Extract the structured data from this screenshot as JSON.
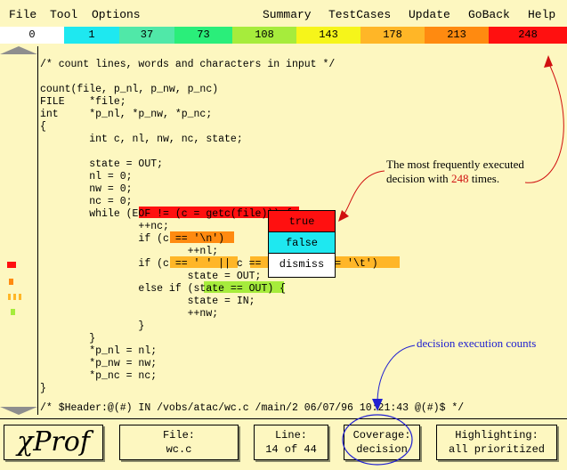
{
  "menu": {
    "file": "File",
    "tool": "Tool",
    "options": "Options",
    "summary": "Summary",
    "testcases": "TestCases",
    "update": "Update",
    "goback": "GoBack",
    "help": "Help"
  },
  "legend": [
    {
      "label": "0",
      "color": "#ffffff"
    },
    {
      "label": "1",
      "color": "#1ee8f0"
    },
    {
      "label": "37",
      "color": "#50e8a8"
    },
    {
      "label": "73",
      "color": "#2aee7a"
    },
    {
      "label": "108",
      "color": "#a6ec3c"
    },
    {
      "label": "143",
      "color": "#f6f51a"
    },
    {
      "label": "178",
      "color": "#ffb627"
    },
    {
      "label": "213",
      "color": "#ff8a10"
    },
    {
      "label": "248",
      "color": "#ff1010"
    }
  ],
  "code_lines": [
    "/* count lines, words and characters in input */",
    "",
    "count(file, p_nl, p_nw, p_nc)",
    "FILE    *file;",
    "int     *p_nl, *p_nw, *p_nc;",
    "{",
    "        int c, nl, nw, nc, state;",
    "",
    "        state = OUT;",
    "        nl = 0;",
    "        nw = 0;",
    "        nc = 0;",
    "        while (EOF != (c = getc(file))) {",
    "                ++nc;",
    "                if (c == '\\n')",
    "                        ++nl;",
    "                if (c == ' ' || c == '\\n' || c == '\\t')",
    "                        state = OUT;",
    "                else if (state == OUT) {",
    "                        state = IN;",
    "                        ++nw;",
    "                }",
    "        }",
    "        *p_nl = nl;",
    "        *p_nw = nw;",
    "        *p_nc = nc;",
    "}",
    "",
    "/* $Header:@(#) IN /vobs/atac/wc.c /main/2 06/07/96 10:21:43 @(#)$ */"
  ],
  "popup": {
    "true": "true",
    "false": "false",
    "dismiss": "dismiss"
  },
  "annotation": {
    "line1": "The most frequently executed",
    "line2_pre": "decision with ",
    "line2_num": "248",
    "line2_post": " times.",
    "counts": "decision execution counts"
  },
  "colors": {
    "red": "#ff1010",
    "orange": "#ffb627",
    "green": "#a6ec3c",
    "cyan": "#1ee8f0",
    "annotation_blue": "#2020d0",
    "annotation_red": "#d01010"
  },
  "footer": {
    "logo": "χProf",
    "file_label": "File:",
    "file_value": "wc.c",
    "line_label": "Line:",
    "line_value": "14 of 44",
    "coverage_label": "Coverage:",
    "coverage_value": "decision",
    "highlighting_label": "Highlighting:",
    "highlighting_value": "all prioritized"
  }
}
